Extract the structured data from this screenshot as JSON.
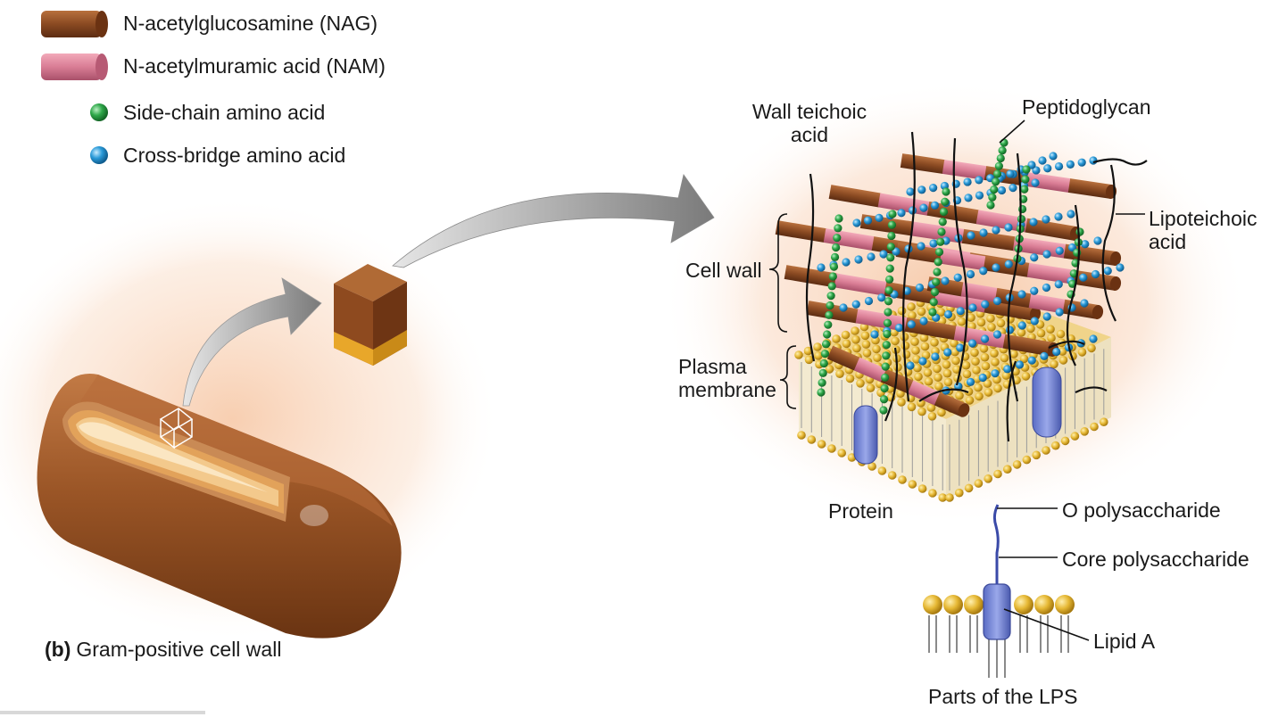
{
  "legend": [
    {
      "label": "N-acetylglucosamine (NAG)",
      "icon": "nag-cylinder-icon",
      "color": "#8a4a22"
    },
    {
      "label": "N-acetylmuramic acid (NAM)",
      "icon": "nam-cylinder-icon",
      "color": "#d97d95"
    },
    {
      "label": "Side-chain amino acid",
      "icon": "green-sphere-icon",
      "color": "#2fa84a"
    },
    {
      "label": "Cross-bridge amino acid",
      "icon": "blue-sphere-icon",
      "color": "#2a9ad8"
    }
  ],
  "caption": {
    "letter": "(b)",
    "text": "Gram-positive cell wall"
  },
  "labels": {
    "wall_teichoic": [
      "Wall teichoic",
      "acid"
    ],
    "peptidoglycan": "Peptidoglycan",
    "lipoteichoic": [
      "Lipoteichoic",
      "acid"
    ],
    "cell_wall": "Cell wall",
    "plasma_membrane": [
      "Plasma",
      "membrane"
    ],
    "protein": "Protein",
    "o_polysaccharide": "O polysaccharide",
    "core_polysaccharide": "Core polysaccharide",
    "lipid_a": "Lipid A",
    "parts_lps": "Parts of the LPS"
  },
  "colors": {
    "nag": "#8a4a22",
    "nam": "#d97d95",
    "side_chain": "#2fa84a",
    "cross_bridge": "#2a9ad8",
    "membrane_head": "#e6b834",
    "protein": "#7f8fd6"
  }
}
